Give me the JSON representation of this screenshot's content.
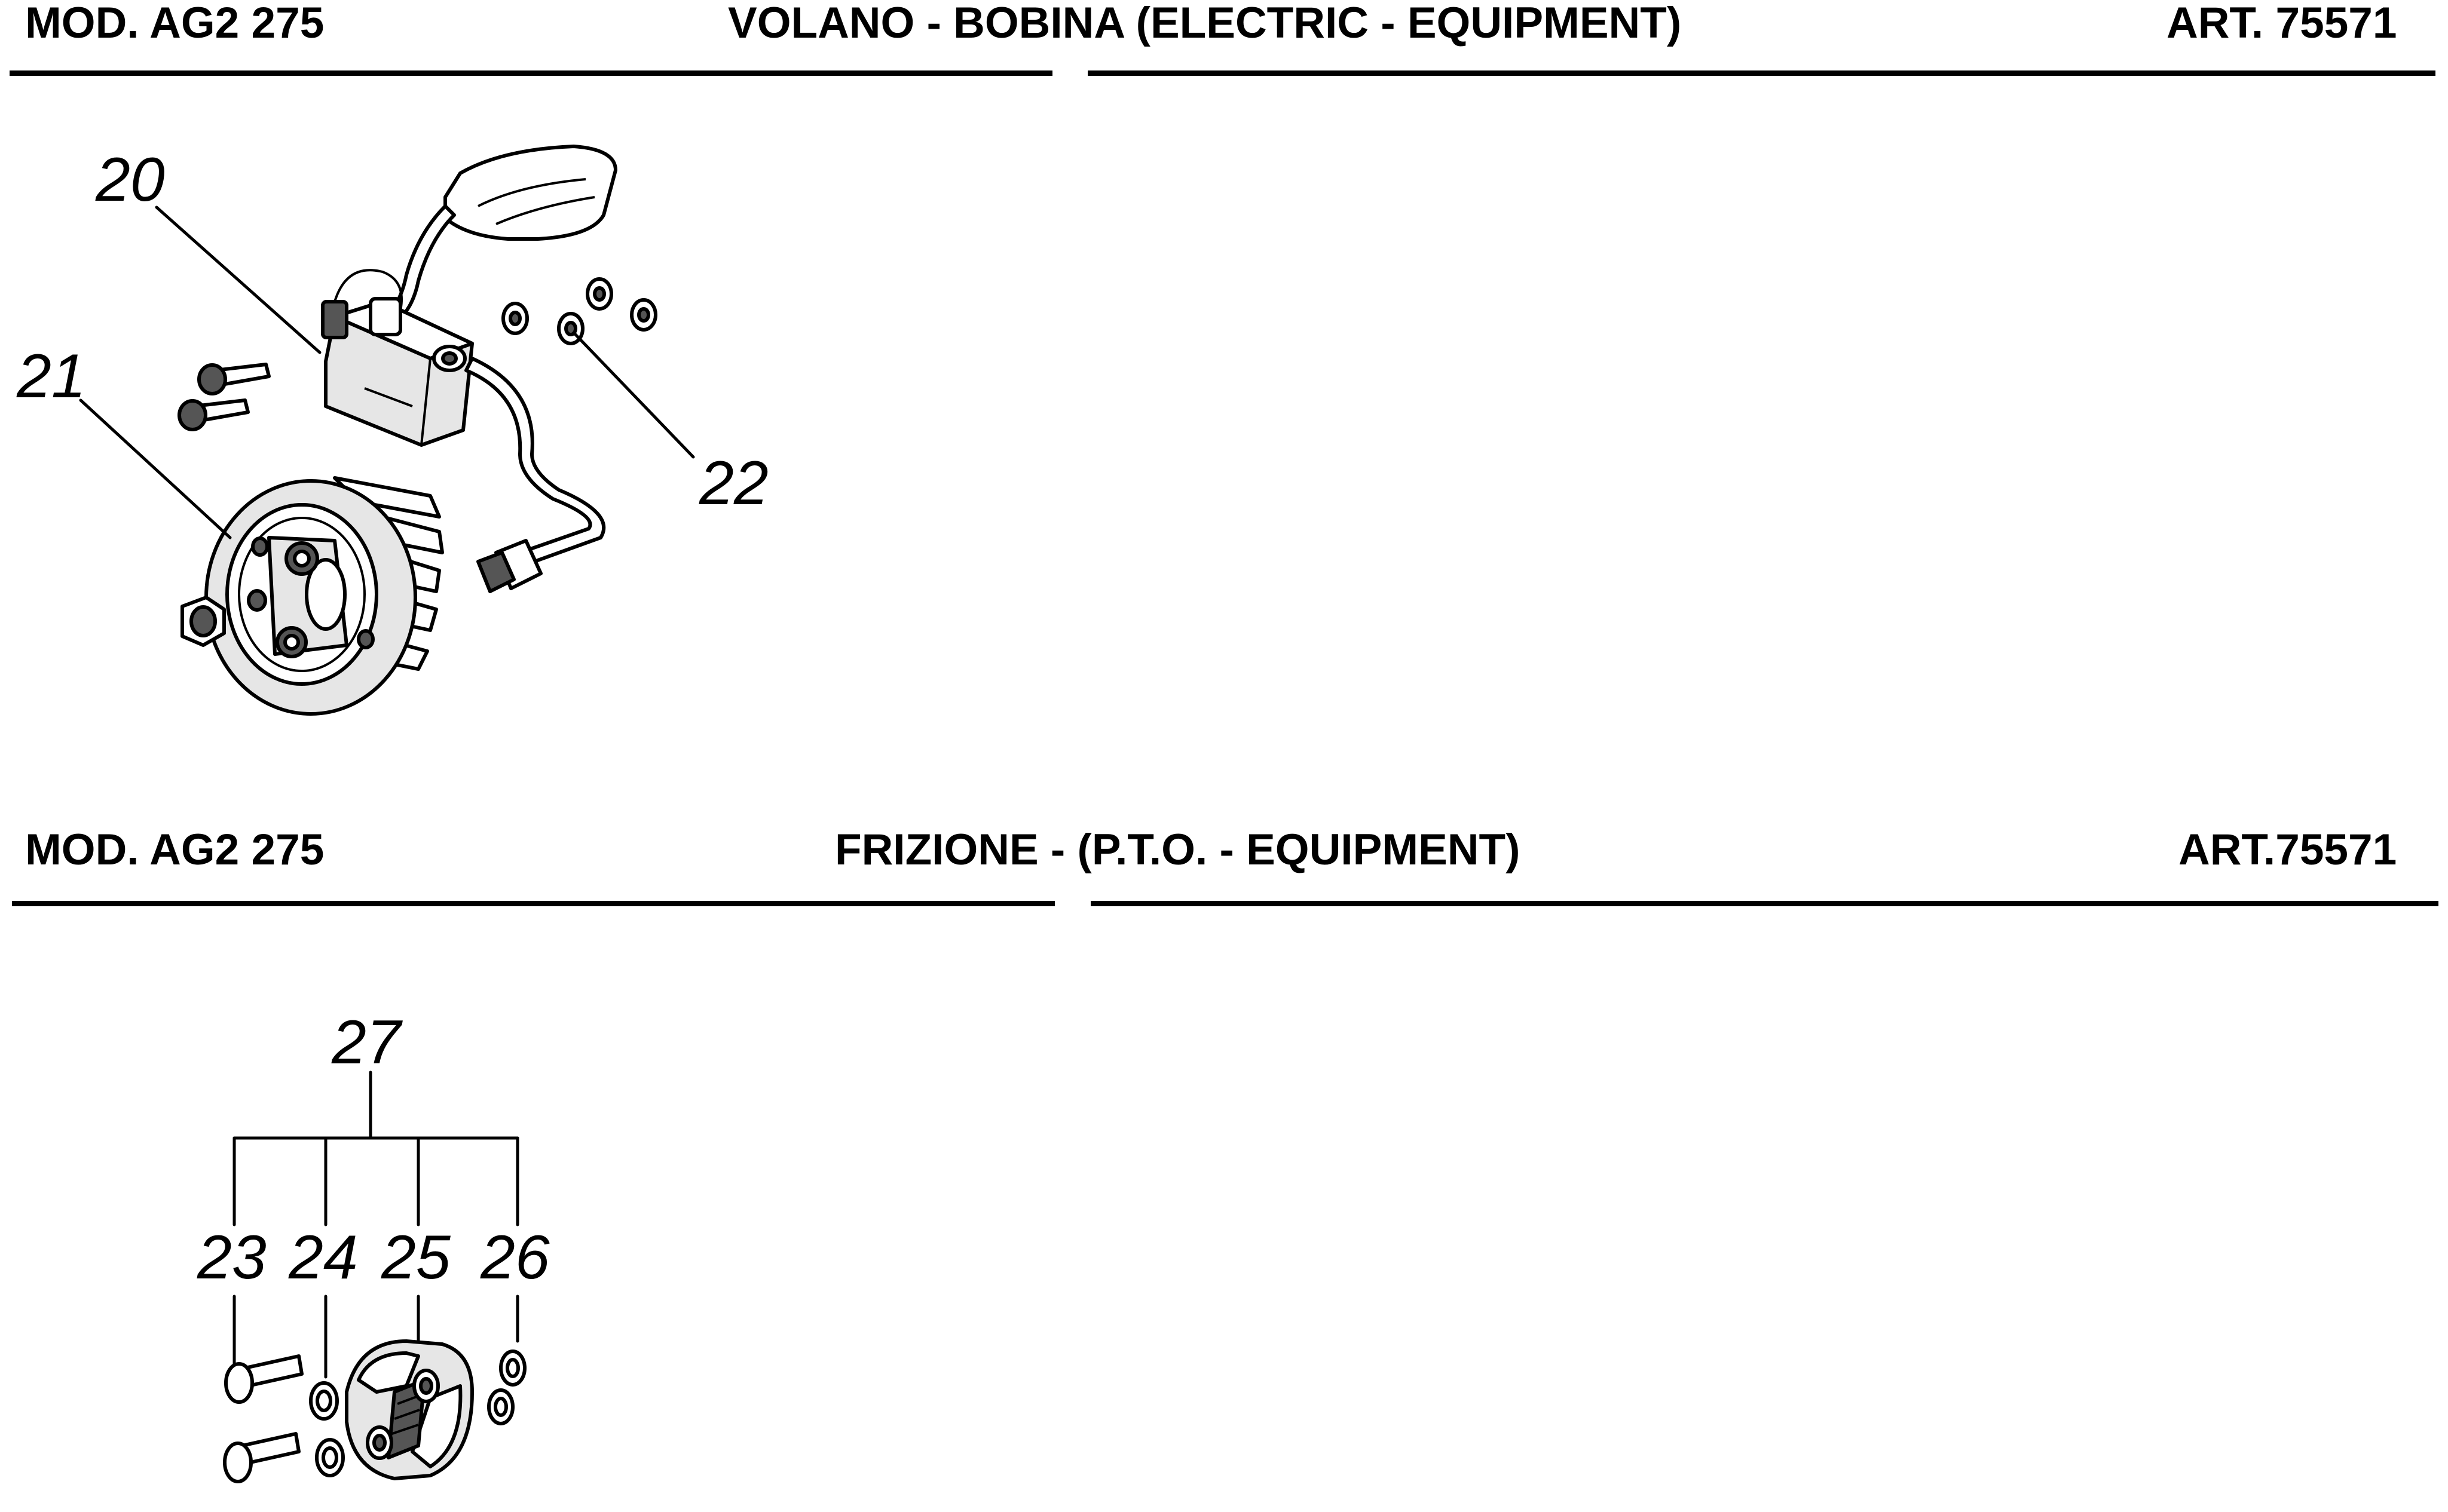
{
  "sections": [
    {
      "model": "MOD. AG2 275",
      "title": "VOLANO - BOBINA (ELECTRIC - EQUIPMENT)",
      "art": "ART. 75571",
      "callouts": [
        "20",
        "21",
        "22"
      ]
    },
    {
      "model": "MOD. AG2 275",
      "title": "FRIZIONE - (P.T.O. - EQUIPMENT)",
      "art": "ART.75571",
      "callouts": [
        "27",
        "23",
        "24",
        "25",
        "26"
      ]
    }
  ]
}
